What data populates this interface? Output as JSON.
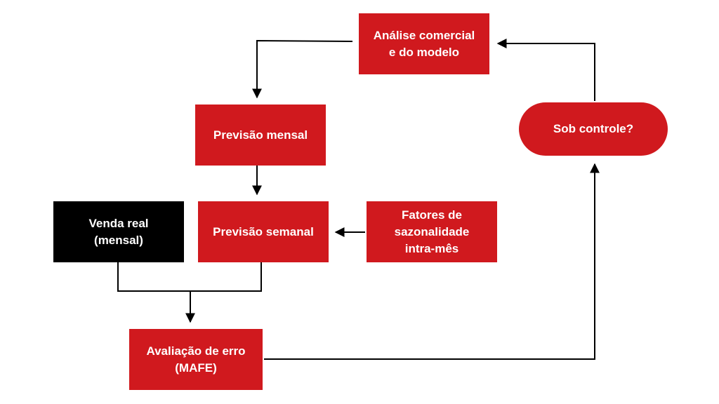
{
  "diagram": {
    "colors": {
      "process": "#d0191e",
      "input": "#000000",
      "text": "#ffffff",
      "connector": "#000000"
    },
    "nodes": {
      "analise": {
        "label": "Análise comercial\ne do modelo"
      },
      "previsao_mensal": {
        "label": "Previsão mensal"
      },
      "previsao_semanal": {
        "label": "Previsão semanal"
      },
      "venda_real": {
        "label": "Venda real\n(mensal)"
      },
      "fatores": {
        "label": "Fatores de\nsazonalidade\nintra-mês"
      },
      "avaliacao": {
        "label": "Avaliação de erro\n(MAFE)"
      },
      "controle": {
        "label": "Sob controle?"
      }
    },
    "edges": [
      {
        "from": "analise",
        "to": "previsao_mensal"
      },
      {
        "from": "previsao_mensal",
        "to": "previsao_semanal"
      },
      {
        "from": "fatores",
        "to": "previsao_semanal"
      },
      {
        "from": "venda_real",
        "to": "avaliacao"
      },
      {
        "from": "previsao_semanal",
        "to": "avaliacao"
      },
      {
        "from": "avaliacao",
        "to": "controle"
      },
      {
        "from": "controle",
        "to": "analise"
      }
    ]
  }
}
